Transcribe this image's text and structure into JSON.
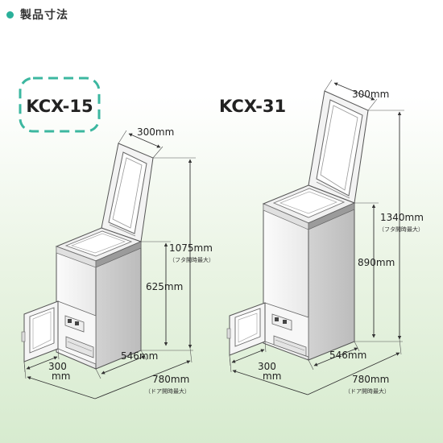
{
  "header": {
    "title": "製品寸法",
    "accent": "#2ab09a"
  },
  "products": [
    {
      "model": "KCX-15",
      "highlighted": true,
      "width": "300mm",
      "height_lid_open": "1075mm",
      "height_lid_open_note": "（フタ開時最大）",
      "height": "625mm",
      "depth": "546mm",
      "door_width_a": "300",
      "door_width_b": "mm",
      "depth_door_open": "780mm",
      "depth_door_open_note": "（ドア開時最大）"
    },
    {
      "model": "KCX-31",
      "highlighted": false,
      "width": "300mm",
      "height_lid_open": "1340mm",
      "height_lid_open_note": "（フタ開時最大）",
      "height": "890mm",
      "depth": "546mm",
      "door_width_a": "300",
      "door_width_b": "mm",
      "depth_door_open": "780mm",
      "depth_door_open_note": "（ドア開時最大）"
    }
  ]
}
